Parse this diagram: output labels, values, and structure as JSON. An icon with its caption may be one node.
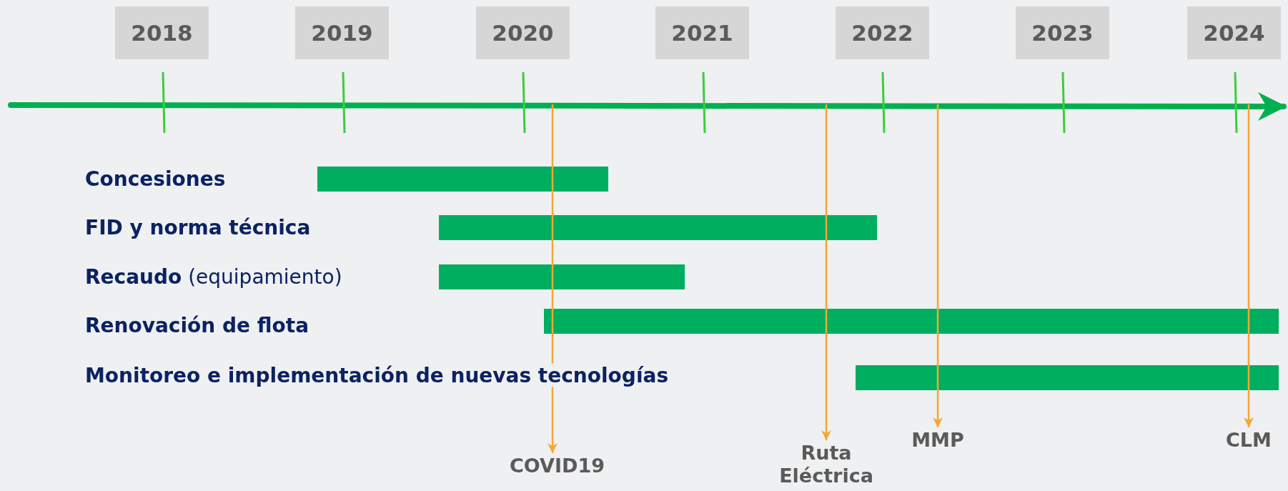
{
  "diagram": {
    "nodes": [
      {
        "text": [
          "2018"
        ]
      },
      {
        "text": [
          "2019"
        ]
      },
      {
        "text": [
          "2020"
        ]
      },
      {
        "text": [
          "2021"
        ]
      },
      {
        "text": [
          "2022"
        ]
      },
      {
        "text": [
          "2023"
        ]
      },
      {
        "text": [
          "2024"
        ]
      },
      {
        "text": [],
        "shape": "bar"
      },
      {
        "text": [],
        "shape": "bar"
      },
      {
        "text": [],
        "shape": "bar"
      },
      {
        "text": [],
        "shape": "bar"
      },
      {
        "text": [],
        "shape": "bar"
      },
      {
        "text": [
          "COVID19"
        ]
      },
      {
        "text": [
          "Ruta Eléctrica"
        ]
      },
      {
        "text": [
          "MMP"
        ]
      },
      {
        "text": [
          "CLM"
        ]
      }
    ],
    "edges": [
      {
        "from": null,
        "to": 12,
        "arrow": "to"
      },
      {
        "from": null,
        "to": 13,
        "arrow": "to"
      },
      {
        "from": null,
        "to": 14,
        "arrow": "to"
      },
      {
        "from": null,
        "to": 15,
        "arrow": "to"
      }
    ],
    "labels": [
      "Concesiones",
      "FID y norma técnica",
      "**Recaudo** (equipamiento)",
      "Renovación de flota",
      "Monitoreo e implementación de nuevas tecnologías"
    ]
  }
}
